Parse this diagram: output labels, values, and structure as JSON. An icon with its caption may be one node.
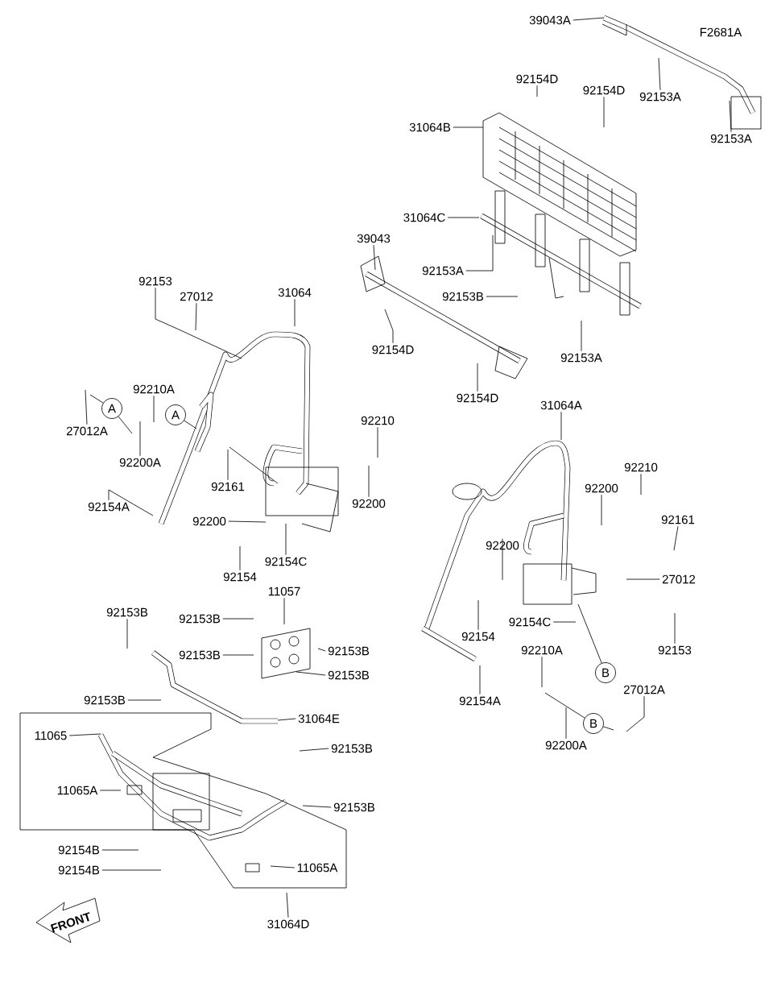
{
  "diagram": {
    "nodes": [
      {
        "text": [
          "39043A"
        ]
      },
      {
        "text": [
          "92154D"
        ]
      },
      {
        "text": [
          "92153A"
        ]
      },
      {
        "text": [
          "92154D"
        ]
      },
      {
        "text": [
          "92153A"
        ]
      },
      {
        "text": [
          "31064B"
        ]
      },
      {
        "text": [
          "31064C"
        ]
      },
      {
        "text": [
          "39043"
        ]
      },
      {
        "text": [
          "92153A"
        ]
      },
      {
        "text": [
          "92153B"
        ]
      },
      {
        "text": [
          "92154D"
        ]
      },
      {
        "text": [
          "92153A"
        ]
      },
      {
        "text": [
          "92154D"
        ]
      },
      {
        "text": [
          "92153"
        ]
      },
      {
        "text": [
          "27012"
        ]
      },
      {
        "text": [
          "31064"
        ]
      },
      {
        "text": [
          "92210A"
        ]
      },
      {
        "text": [
          "27012A"
        ]
      },
      {
        "text": [
          "92200A"
        ]
      },
      {
        "text": [
          "92161"
        ]
      },
      {
        "text": [
          "92210"
        ]
      },
      {
        "text": [
          "92200"
        ]
      },
      {
        "text": [
          "92154A"
        ]
      },
      {
        "text": [
          "92200"
        ]
      },
      {
        "text": [
          "92154C"
        ]
      },
      {
        "text": [
          "92154"
        ]
      },
      {
        "text": [
          "31064A"
        ]
      },
      {
        "text": [
          "92210"
        ]
      },
      {
        "text": [
          "92200"
        ]
      },
      {
        "text": [
          "92161"
        ]
      },
      {
        "text": [
          "92200"
        ]
      },
      {
        "text": [
          "27012"
        ]
      },
      {
        "text": [
          "92154"
        ]
      },
      {
        "text": [
          "92154C"
        ]
      },
      {
        "text": [
          "92153"
        ]
      },
      {
        "text": [
          "92210A"
        ]
      },
      {
        "text": [
          "92154A"
        ]
      },
      {
        "text": [
          "27012A"
        ]
      },
      {
        "text": [
          "92200A"
        ]
      },
      {
        "text": [
          "11057"
        ]
      },
      {
        "text": [
          "92153B"
        ]
      },
      {
        "text": [
          "92153B"
        ]
      },
      {
        "text": [
          "92153B"
        ]
      },
      {
        "text": [
          "92153B"
        ]
      },
      {
        "text": [
          "92153B"
        ]
      },
      {
        "text": [
          "92153B"
        ]
      },
      {
        "text": [
          "31064E"
        ]
      },
      {
        "text": [
          "92153B"
        ]
      },
      {
        "text": [
          "11065"
        ]
      },
      {
        "text": [
          "92153B"
        ]
      },
      {
        "text": [
          "11065A"
        ]
      },
      {
        "text": [
          "92154B"
        ]
      },
      {
        "text": [
          "92154B"
        ]
      },
      {
        "text": [
          "11065A"
        ]
      },
      {
        "text": [
          "31064D"
        ]
      },
      {
        "text": [
          "A"
        ]
      },
      {
        "text": [
          "A"
        ]
      },
      {
        "text": [
          "B"
        ]
      },
      {
        "text": [
          "B"
        ]
      }
    ],
    "edges": [
      {
        "from": 0,
        "to": null,
        "arrow": "none"
      },
      {
        "from": 1,
        "to": null,
        "arrow": "none"
      },
      {
        "from": 2,
        "to": null,
        "arrow": "none"
      },
      {
        "from": 3,
        "to": null,
        "arrow": "none"
      },
      {
        "from": 4,
        "to": null,
        "arrow": "none"
      },
      {
        "from": 5,
        "to": null,
        "arrow": "none"
      },
      {
        "from": 6,
        "to": null,
        "arrow": "none"
      },
      {
        "from": 7,
        "to": null,
        "arrow": "none"
      },
      {
        "from": 8,
        "to": null,
        "arrow": "none"
      },
      {
        "from": 9,
        "to": null,
        "arrow": "none"
      },
      {
        "from": 10,
        "to": null,
        "arrow": "none"
      },
      {
        "from": 11,
        "to": null,
        "arrow": "none"
      },
      {
        "from": 12,
        "to": null,
        "arrow": "none"
      },
      {
        "from": 13,
        "to": null,
        "arrow": "none"
      },
      {
        "from": 14,
        "to": null,
        "arrow": "none"
      },
      {
        "from": 15,
        "to": null,
        "arrow": "none"
      },
      {
        "from": 16,
        "to": null,
        "arrow": "none"
      },
      {
        "from": 17,
        "to": null,
        "arrow": "none"
      },
      {
        "from": 18,
        "to": null,
        "arrow": "none"
      },
      {
        "from": 19,
        "to": null,
        "arrow": "none"
      },
      {
        "from": 20,
        "to": null,
        "arrow": "none"
      },
      {
        "from": 21,
        "to": null,
        "arrow": "none"
      },
      {
        "from": 22,
        "to": null,
        "arrow": "none"
      },
      {
        "from": 23,
        "to": null,
        "arrow": "none"
      },
      {
        "from": 24,
        "to": null,
        "arrow": "none"
      },
      {
        "from": 25,
        "to": null,
        "arrow": "none"
      },
      {
        "from": 26,
        "to": null,
        "arrow": "none"
      },
      {
        "from": 27,
        "to": null,
        "arrow": "none"
      },
      {
        "from": 28,
        "to": null,
        "arrow": "none"
      },
      {
        "from": 29,
        "to": null,
        "arrow": "none"
      },
      {
        "from": 30,
        "to": null,
        "arrow": "none"
      },
      {
        "from": 31,
        "to": null,
        "arrow": "none"
      },
      {
        "from": 32,
        "to": null,
        "arrow": "none"
      },
      {
        "from": 33,
        "to": null,
        "arrow": "none"
      },
      {
        "from": 34,
        "to": null,
        "arrow": "none"
      },
      {
        "from": 35,
        "to": null,
        "arrow": "none"
      },
      {
        "from": 36,
        "to": null,
        "arrow": "none"
      },
      {
        "from": 37,
        "to": null,
        "arrow": "none"
      },
      {
        "from": 38,
        "to": null,
        "arrow": "none"
      },
      {
        "from": 39,
        "to": null,
        "arrow": "none"
      },
      {
        "from": 40,
        "to": null,
        "arrow": "none"
      },
      {
        "from": 41,
        "to": null,
        "arrow": "none"
      },
      {
        "from": 42,
        "to": null,
        "arrow": "none"
      },
      {
        "from": 43,
        "to": null,
        "arrow": "none"
      },
      {
        "from": 44,
        "to": null,
        "arrow": "none"
      },
      {
        "from": 45,
        "to": null,
        "arrow": "none"
      },
      {
        "from": 46,
        "to": null,
        "arrow": "none"
      },
      {
        "from": 47,
        "to": null,
        "arrow": "none"
      },
      {
        "from": 48,
        "to": null,
        "arrow": "none"
      },
      {
        "from": 49,
        "to": null,
        "arrow": "none"
      },
      {
        "from": 50,
        "to": null,
        "arrow": "none"
      },
      {
        "from": 51,
        "to": null,
        "arrow": "none"
      },
      {
        "from": 52,
        "to": null,
        "arrow": "none"
      },
      {
        "from": 53,
        "to": null,
        "arrow": "none"
      },
      {
        "from": 54,
        "to": null,
        "arrow": "none"
      },
      {
        "from": 55,
        "to": null,
        "arrow": "none"
      },
      {
        "from": 55,
        "to": null,
        "arrow": "none"
      },
      {
        "from": 56,
        "to": null,
        "arrow": "none"
      },
      {
        "from": 57,
        "to": null,
        "arrow": "none"
      },
      {
        "from": 58,
        "to": null,
        "arrow": "none"
      },
      {
        "from": 58,
        "to": null,
        "arrow": "none"
      }
    ],
    "labels": [
      "F2681A",
      "FRONT"
    ]
  }
}
